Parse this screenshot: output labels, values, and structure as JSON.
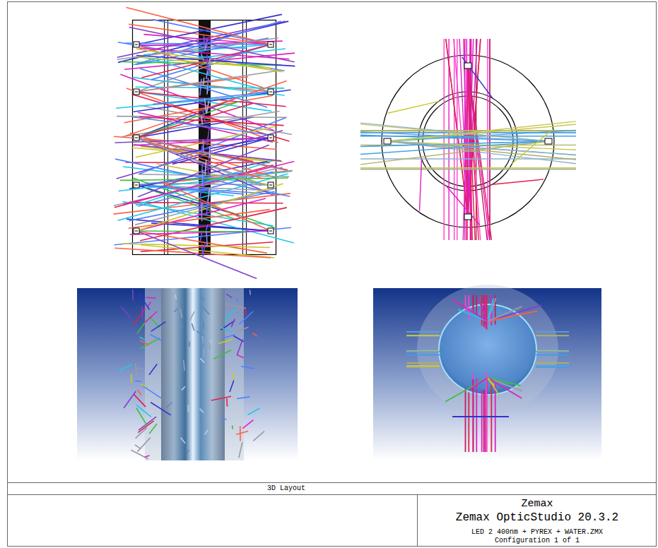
{
  "diagram": {
    "labels": [
      "3D Layout",
      "Zemax",
      "Zemax OpticStudio 20.3.2",
      "LED 2 400nm + PYREX + WATER.ZMX",
      "Configuration 1 of 1"
    ]
  }
}
